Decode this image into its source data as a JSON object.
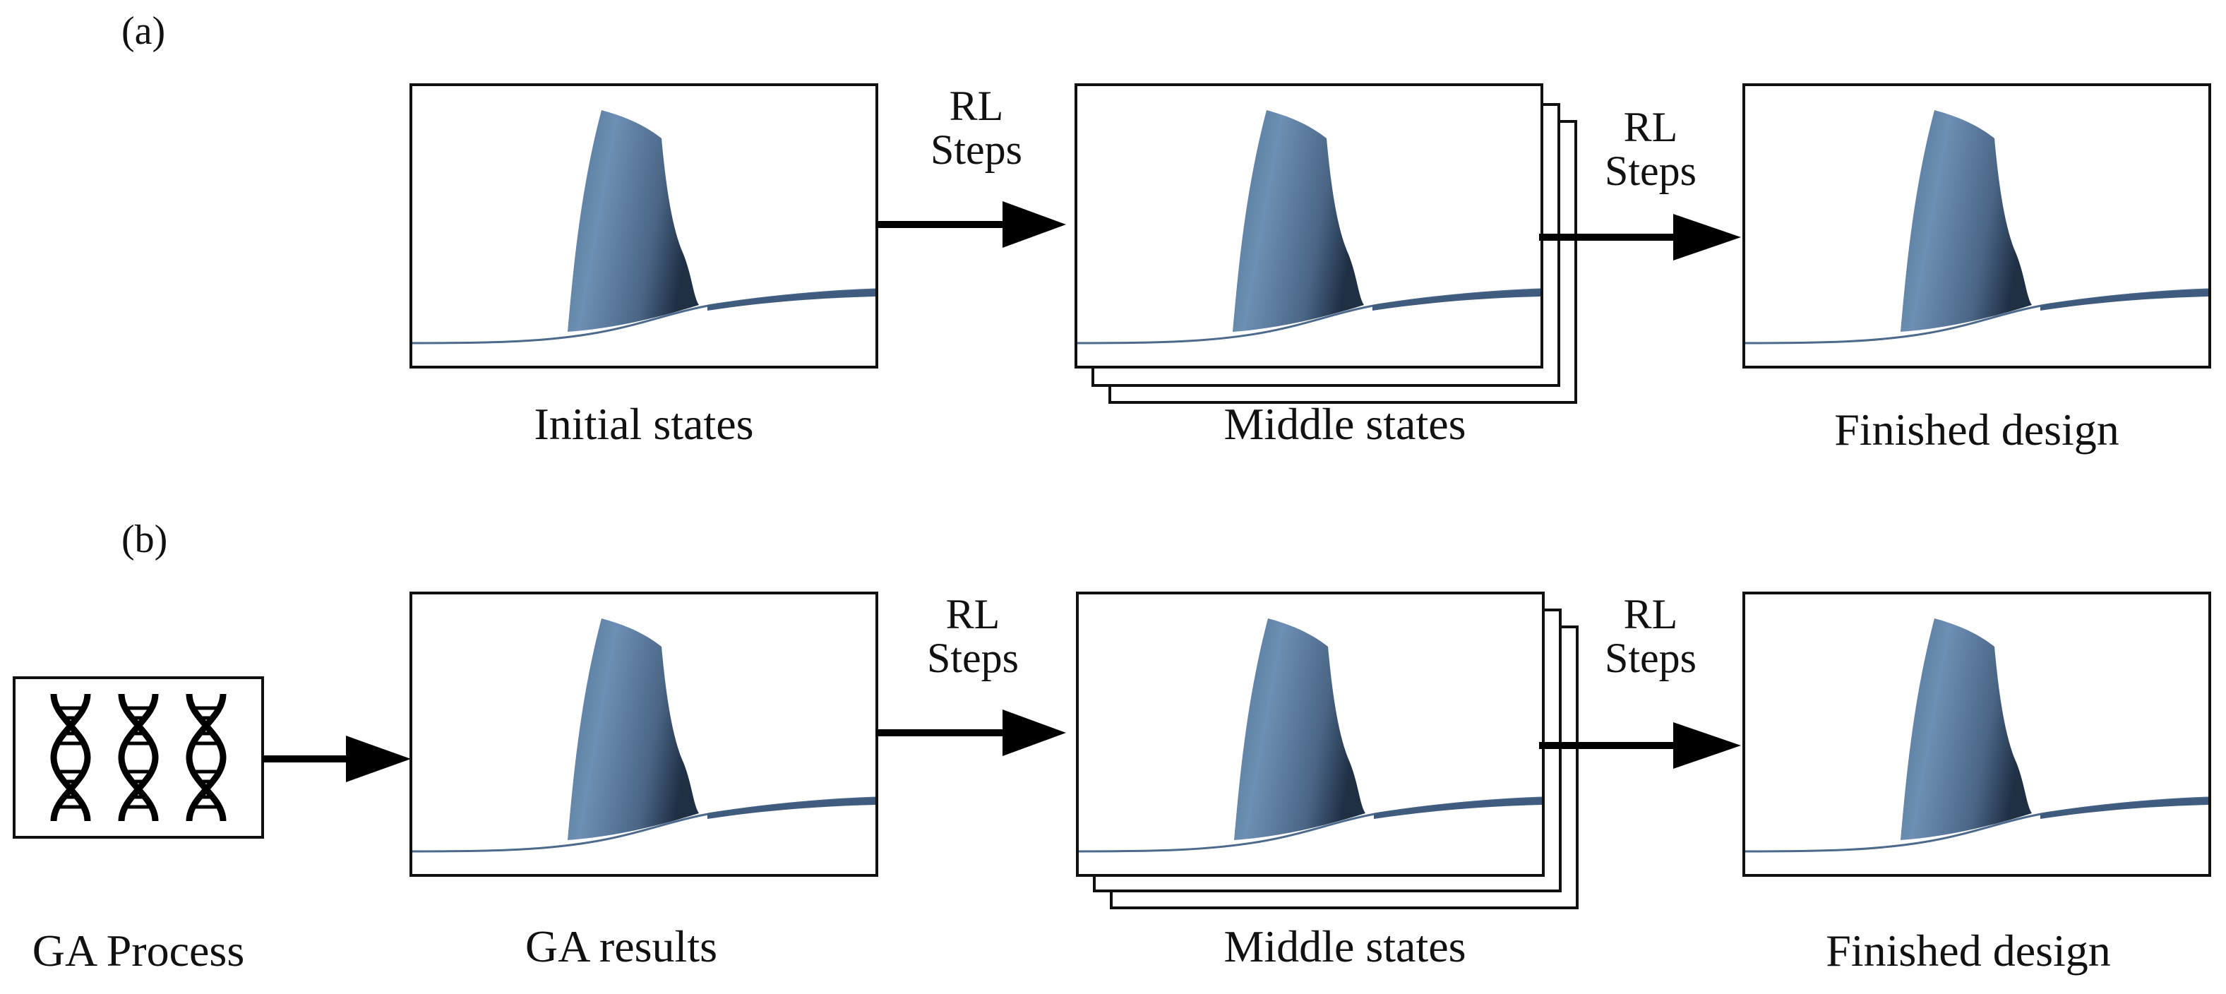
{
  "panel_a": {
    "label": "(a)",
    "captions": {
      "initial": "Initial states",
      "middle": "Middle states",
      "finished": "Finished design"
    },
    "arrow_1_label": [
      "RL",
      "Steps"
    ],
    "arrow_2_label": [
      "RL",
      "Steps"
    ]
  },
  "panel_b": {
    "label": "(b)",
    "captions": {
      "ga_process": "GA Process",
      "ga_results": "GA results",
      "middle": "Middle states",
      "finished": "Finished design"
    },
    "arrow_1_label": [
      "RL",
      "Steps"
    ],
    "arrow_2_label": [
      "RL",
      "Steps"
    ]
  },
  "colors": {
    "blade_light": "#6d8fb4",
    "blade_dark": "#2a3f58",
    "hub_line": "#4d6a8c",
    "frame": "#111111",
    "arrow": "#000000"
  },
  "icons": [
    "dna-icon",
    "dna-icon",
    "dna-icon"
  ]
}
